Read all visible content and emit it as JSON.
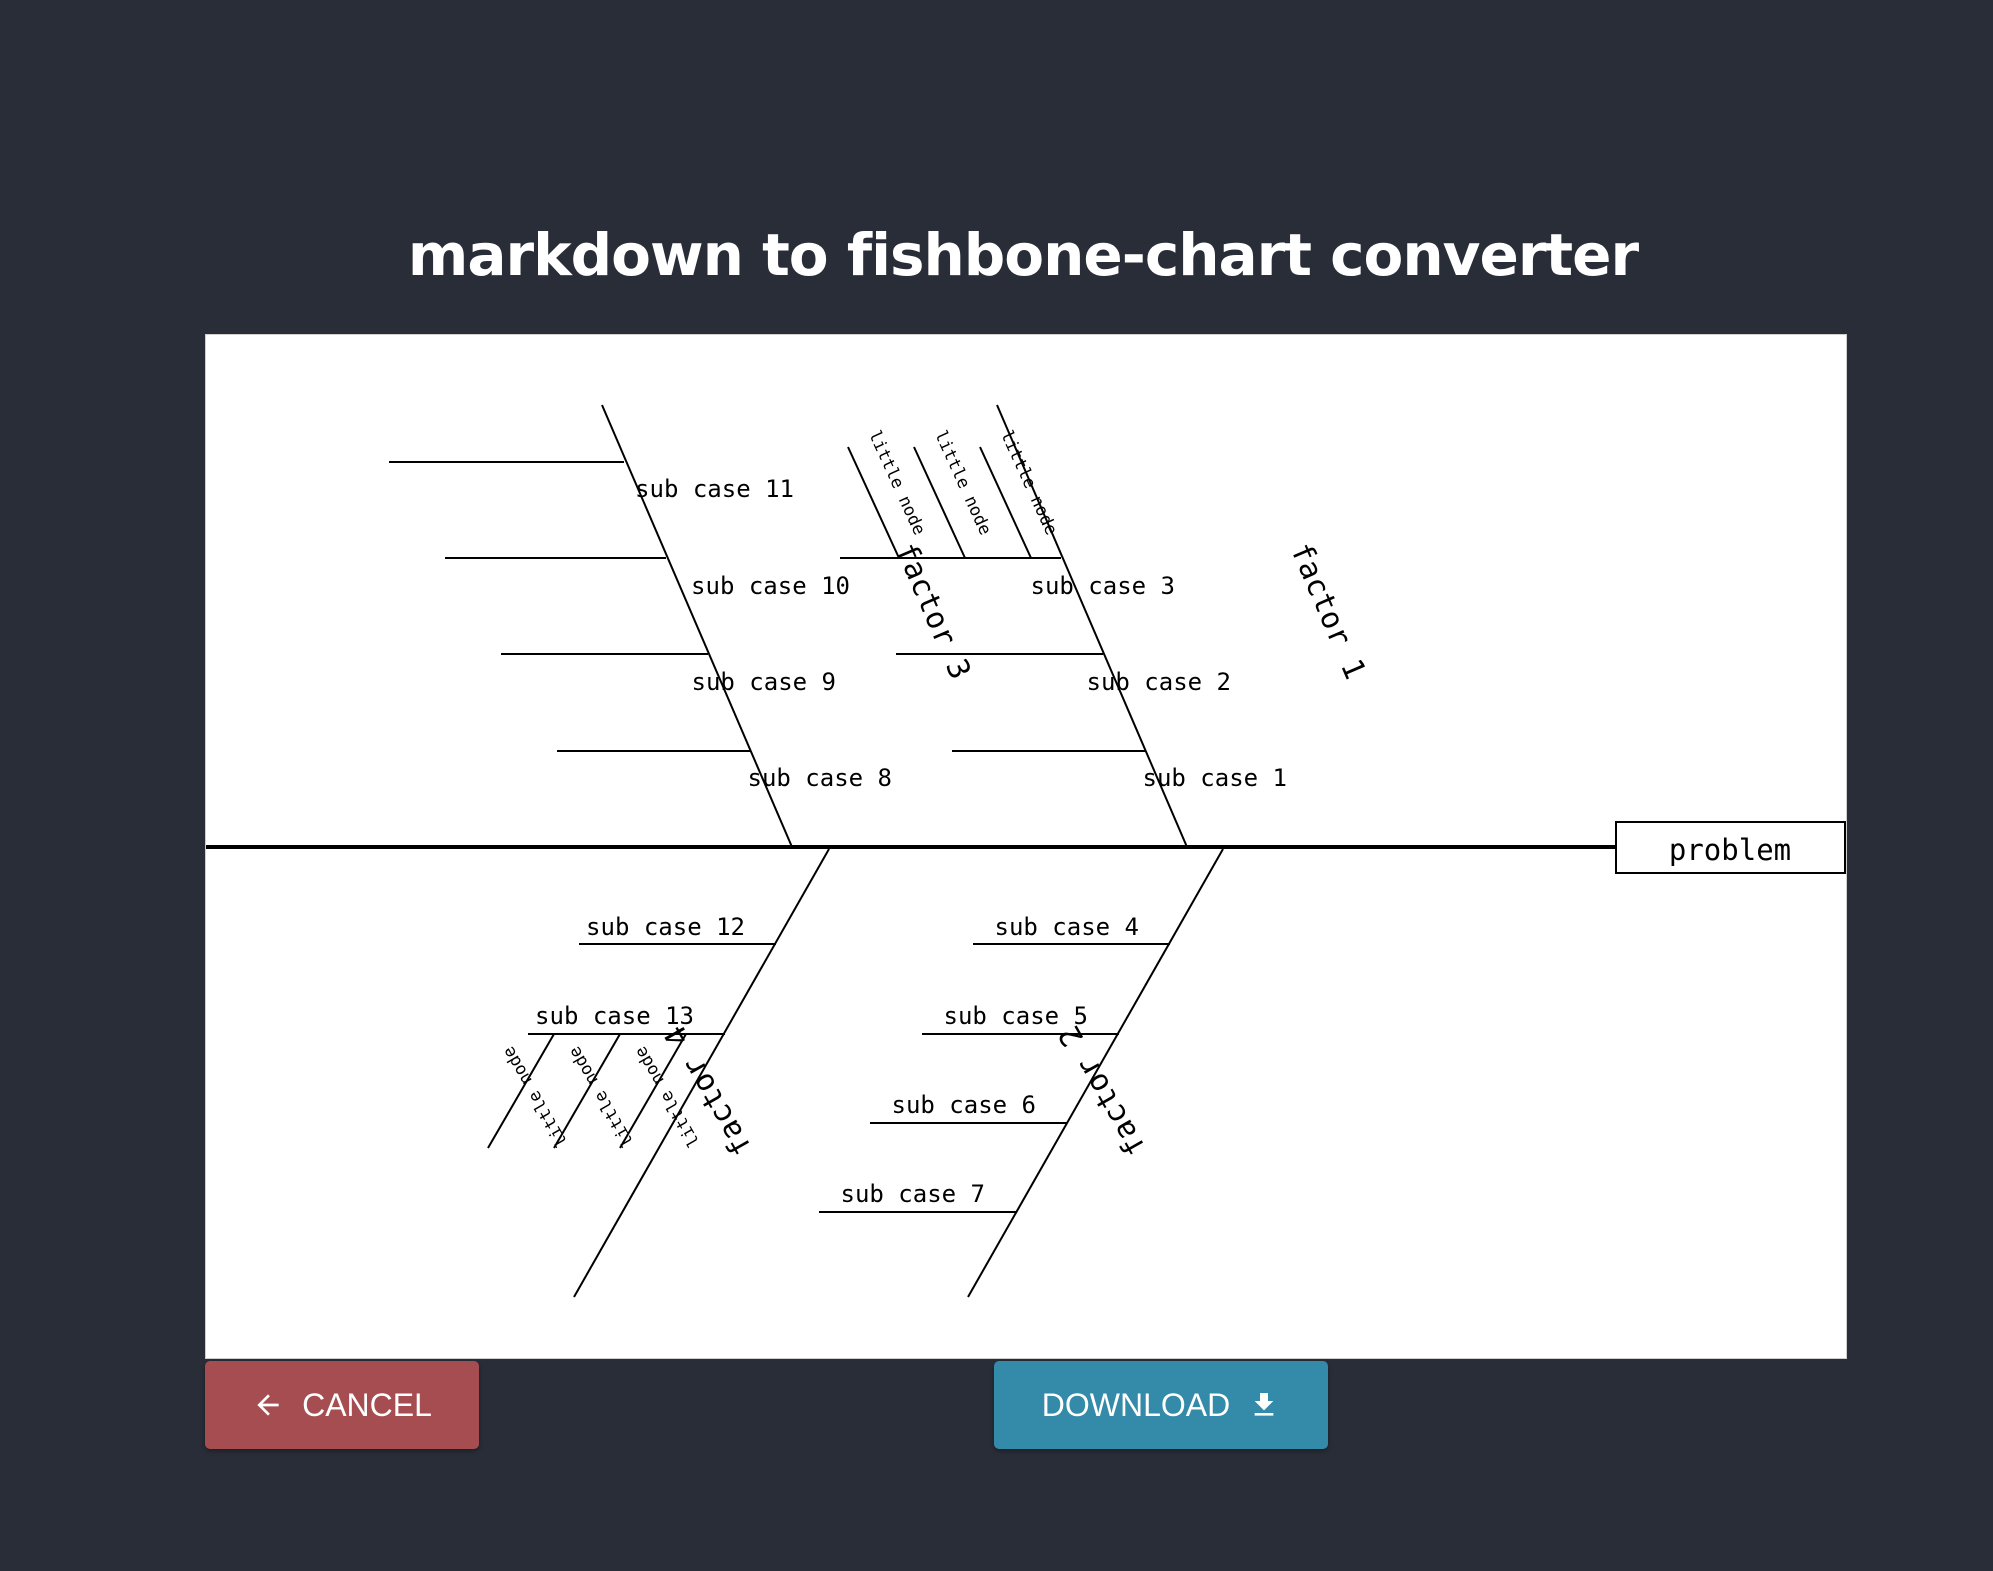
{
  "page": {
    "title": "markdown to fishbone-chart converter"
  },
  "fishbone": {
    "problem": "problem",
    "factors": [
      {
        "label": "factor 1",
        "subcases": [
          "sub case 1",
          "sub case 2",
          "sub case 3"
        ],
        "little_nodes": [
          "little node",
          "little node",
          "little node"
        ]
      },
      {
        "label": "factor 2",
        "subcases": [
          "sub case 4",
          "sub case 5",
          "sub case 6",
          "sub case 7"
        ]
      },
      {
        "label": "factor 3",
        "subcases": [
          "sub case 8",
          "sub case 9",
          "sub case 10",
          "sub case 11"
        ]
      },
      {
        "label": "factor 4",
        "subcases": [
          "sub case 12",
          "sub case 13"
        ],
        "little_nodes": [
          "little node",
          "little node",
          "little node"
        ]
      }
    ]
  },
  "buttons": {
    "cancel_label": "CANCEL",
    "cancel_icon": "arrow-left-icon",
    "cancel_color": "#a64d51",
    "download_label": "DOWNLOAD",
    "download_icon": "download-icon",
    "download_color": "#338aa9"
  },
  "colors": {
    "background": "#292d37",
    "chart_background": "#ffffff"
  }
}
